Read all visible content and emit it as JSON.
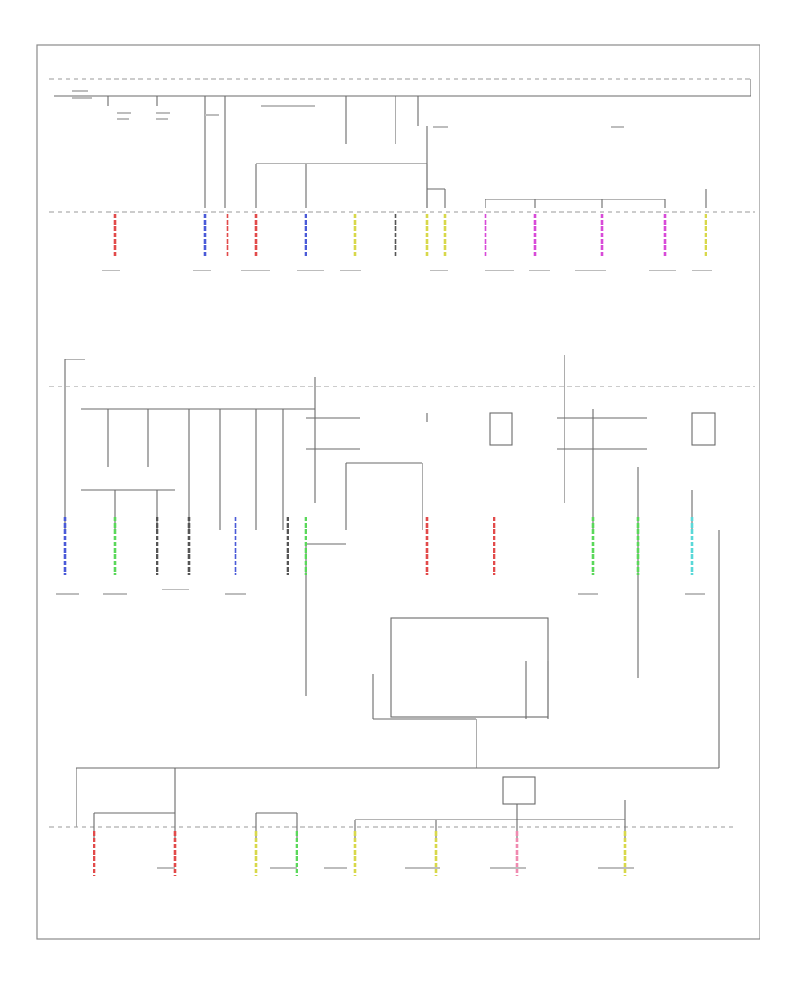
{
  "title_right": "",
  "footer_ref": "",
  "colors": {
    "frame": "#8a8a8a",
    "wire": "#6a6a6a",
    "red": "#e24a4a",
    "blue": "#4a5ad8",
    "magenta": "#d84ad8",
    "yellow": "#d8d84a",
    "green": "#5ad85a",
    "pink": "#f08ab0",
    "cyan": "#5ad8d8",
    "brown": "#555555"
  },
  "top_row_wires": [
    "red",
    "none",
    "blue",
    "red",
    "red",
    "blue",
    "yellow",
    "brown",
    "yellow",
    "yellow",
    "magenta",
    "magenta",
    "magenta",
    "magenta",
    "yellow"
  ],
  "middle_row_wires": [
    "blue",
    "green",
    "brown",
    "brown",
    "blue",
    "brown",
    "green",
    "red",
    "red",
    "green",
    "green",
    "cyan"
  ],
  "bottom_row_wires": [
    "red",
    "red",
    "yellow",
    "green",
    "yellow",
    "yellow",
    "pink",
    "yellow"
  ]
}
